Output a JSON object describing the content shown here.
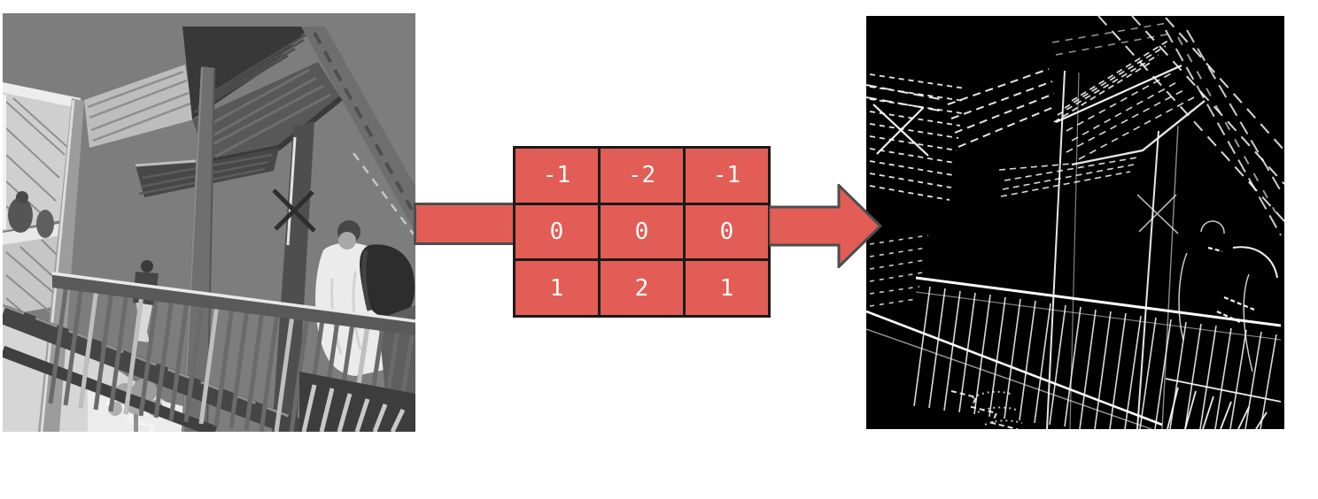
{
  "kernel": {
    "name": "sobel-horizontal-edge-kernel",
    "rows": [
      [
        "-1",
        "-2",
        "-1"
      ],
      [
        "0",
        "0",
        "0"
      ],
      [
        "1",
        "2",
        "1"
      ]
    ]
  },
  "images": {
    "input": {
      "name": "grayscale-staircase-photo"
    },
    "output": {
      "name": "edge-detection-result"
    }
  },
  "colors": {
    "accent_red": "#e25d55",
    "arrow_outline": "#4d4d4d",
    "kernel_border": "#1a1a1a",
    "kernel_text": "#ffffff",
    "photo_sky_gray": "#7d7d7d",
    "edge_map_background": "#010101",
    "edge_line": "#ffffff",
    "canvas_background": "#ffffff"
  }
}
